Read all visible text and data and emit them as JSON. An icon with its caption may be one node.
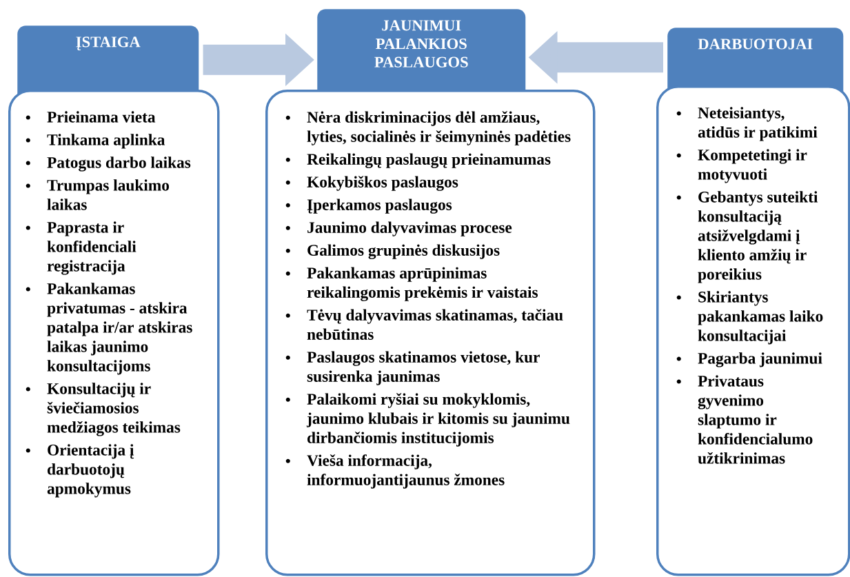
{
  "diagram": {
    "nodes": [
      {
        "text": [
          "ĮSTAIGA"
        ]
      },
      {
        "text": [
          "Prieinama vieta",
          "Tinkama aplinka",
          "Patogus darbo laikas",
          "Trumpas laukimo laikas",
          "Paprasta ir konfidenciali registracija",
          "Pakankamas privatumas - atskira patalpa ir/ar atskiras laikas jaunimo konsultacijoms",
          "Konsultacijų ir šviečiamosios medžiagos teikimas",
          "Orientacija į darbuotojų apmokymus"
        ]
      },
      {
        "text": [
          "JAUNIMUI PALANKIOS PASLAUGOS"
        ]
      },
      {
        "text": [
          "Nėra diskriminacijos dėl amžiaus, lyties, socialinės ir šeimyninės padėties",
          "Reikalingų paslaugų prieinamumas",
          "Kokybiškos paslaugos",
          "Įperkamos paslaugos",
          "Jaunimo dalyvavimas procese",
          "Galimos grupinės diskusijos",
          "Pakankamas aprūpinimas reikalingomis prekėmis ir vaistais",
          "Tėvų dalyvavimas skatinamas, tačiau nebūtinas",
          "Paslaugos skatinamos vietose, kur susirenka jaunimas",
          "Palaikomi ryšiai su mokyklomis, jaunimo klubais ir kitomis su jaunimu dirbančiomis institucijomis",
          "Vieša informacija, informuojantijaunus žmones"
        ]
      },
      {
        "text": [
          "DARBUOTOJAI"
        ]
      },
      {
        "text": [
          "Neteisiantys, atidūs ir patikimi",
          "Kompetetingi ir motyvuoti",
          "Gebantys suteikti konsultaciją atsižvelgdami į kliento amžių ir poreikius",
          "Skiriantys pakankamas laiko konsultacijai",
          "Pagarba jaunimui",
          "Privataus gyvenimo slaptumo ir konfidencialumo užtikrinimas"
        ]
      }
    ],
    "edges": [
      {
        "from": 0,
        "to": 2,
        "arrow": "to"
      },
      {
        "from": 4,
        "to": 2,
        "arrow": "to"
      }
    ]
  }
}
